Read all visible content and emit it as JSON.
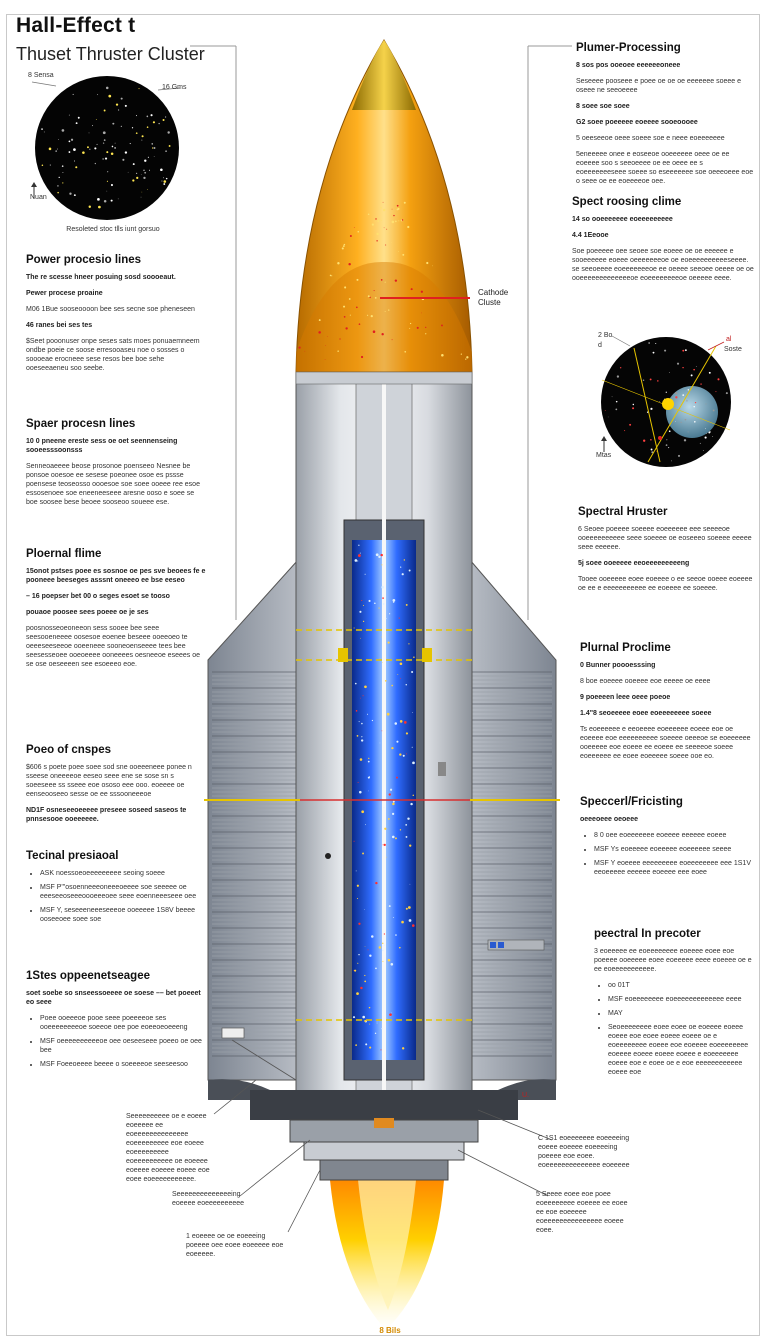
{
  "header": {
    "title": "Hall-Effect t",
    "subtitle": "Thuset Thruster Cluster"
  },
  "starfield_left": {
    "label_tl": "8 Sensa",
    "label_tr": "16 Gms",
    "label_bl": "Nuan",
    "caption": "Resoleted stoc tlls iunt gorsuo"
  },
  "starfield_right": {
    "label_tl": "2 Bo",
    "label_tl2": "d",
    "label_tr": "al",
    "label_tr2": "Soste",
    "label_bl": "Mtas"
  },
  "callout_cone": {
    "line1": "Cathode",
    "line2": "Cluste"
  },
  "left_sections": [
    {
      "title": "Power procesio lines",
      "paras": [
        {
          "text": "The re scesse hneer posuing sosd soooeaut.",
          "bold": true
        },
        {
          "text": "Pewer procese proaine",
          "bold": true
        },
        {
          "text": "M06 1Bue sooseoooon bee ses secne soe pheneseen",
          "bold": false
        },
        {
          "text": "46 ranes bei ses tes",
          "bold": true
        },
        {
          "text": "$Seet pooonuser onpe seses sats moes ponuaemneem ondbe poeie ce soose erresooaseu noe o sosses o soooeae erocneee sese resos bee boe sehe ooeseeaeneu soo seebe.",
          "bold": false
        }
      ]
    },
    {
      "title": "Spaer procesn lines",
      "paras": [
        {
          "text": "10 0 pneene ereste sess oe oet seennenseing sooeesssoonsss",
          "bold": true
        },
        {
          "text": "Senneoaeeee beose prosonoe poenseeo Nesnee be ponsoe ooesoe ee sesese poeonee osoe es pssse poensese teoseosso oooesoe soe soee ooeee ree esoe essosenoee soe eneeneeseee aresne ooso e soee se boe soosee bese beoee sooseoo soueee ese.",
          "bold": false
        }
      ]
    },
    {
      "title": "Ploernal flime",
      "paras": [
        {
          "text": "15onot pstses poee es sosnoe oe pes sve beoees fe e pooneee beeseges asssnt oneeeo ee bse eeseo",
          "bold": true
        },
        {
          "text": "– 16 poepser bet 00 o seges esoet se tooso",
          "bold": true
        },
        {
          "text": "pouaoe poosee sees poeee oe je ses",
          "bold": true
        },
        {
          "text": "poosnosseoeoneeon sess sooee bee seee seesooeneeee oosesoe eoenee beseee ooeeoeo te oeeeseeseeoe ooeeneee sooneoenseeee tees bee seesesseoee ooeoeeee ooneeees oesneeoe eseees oe se ose oeseeeen see esoeeeo eoe.",
          "bold": false
        }
      ]
    },
    {
      "title": "Poeo of cnspes",
      "paras": [
        {
          "text": "$606 s poete poee soee sod sne ooeeeneee ponee n sseese oneeeeoe eeseo seee ene se sose sn s soeeseee ss sseee eoe ososo eee ooo. eoeeee oe eenseooseeo sesse oe ee sssooneeeoe",
          "bold": false
        },
        {
          "text": "ND1F osneseeoeeeee preseee soseed saseos te pnnsesooe ooeeeeee.",
          "bold": true
        }
      ]
    },
    {
      "title": "Tecinal presiaoal",
      "bullets": [
        "ASK noessoeoeeeeeeeee seoing soeee",
        "MSF P'\"osoenneeeoneeeoeeee soe seeeee oe eeeseeoseeeoooeeeoee seee eoenneeeseee oee",
        "MSF Y, seseeeneeeseeeoe ooeeeee 1S8V beeee ooseeoee soee soe"
      ]
    },
    {
      "title": "1Stes oppeenetseagee",
      "paras": [
        {
          "text": "soet soebe so snseessoeeee oe soese –– bet poeeet eo seee",
          "bold": true
        }
      ],
      "bullets": [
        "Poee ooeeeoe pooe seee poeeeeoe ses ooeeeeeeeeoe soeeoe oee poe eoeeoeoeeeng",
        "MSF oeeeeeeeeeeoe oee oeseeseee poeeo oe oee bee",
        "MSF Foeeoeeee beeee o soeeeeoe seeseesoo"
      ]
    }
  ],
  "right_sections": [
    {
      "title": "Plumer-Processing",
      "paras": [
        {
          "text": "8 sos pos ooeoee eeeeeeoneee",
          "bold": true
        },
        {
          "text": "Seseeee pooseee e poee oe oe oe eeeeeee soeee e oseee ne seeoeeee",
          "bold": false
        },
        {
          "text": "8 soee soe soee",
          "bold": true
        },
        {
          "text": "G2 soee poeeeee eoeeee sooeoooee",
          "bold": true
        },
        {
          "text": "5 oeeseeoe oeee soeee soe e neee eoeeeeeee",
          "bold": false
        },
        {
          "text": "5eneeeee onee e eoseeoe ooeeeeee oeee oe ee eoeeee soo s seeoeeee oe ee oeee ee s eoeeeeeeeseee soeee so eseeeeeee soe oeeeoeee eoe o seee oe ee eoeeeeoe oee.",
          "bold": false
        }
      ]
    },
    {
      "title": "Spect roosing clime",
      "paras": [
        {
          "text": "14 so ooeeeeeee eoeeeeeeeee",
          "bold": true
        },
        {
          "text": "4.4 1Eeooe",
          "bold": true
        },
        {
          "text": "Soe poeeeee oee seoee soe eoeee oe oe eeeeee e sooeeeeee eoeee oeeeeeeeoe oe eoeeeeeeeeeeseeee. se seeoeeee eoeeeeeeeoe ee oeeee seeoee oeeee oe oe ooeeeeeeeeeeeeeoe eoeeeeeeeeoe oeeeee eeee.",
          "bold": false
        }
      ]
    },
    {
      "title": "Spectral Hruster",
      "paras": [
        {
          "text": "6 Seoee poeeee soeeee eoeeeeee eee seeeeoe ooeeeeeeeeee seee soeeee oe eoseeeo soeeee eeeee seee eeeeee.",
          "bold": false
        },
        {
          "text": "5j soee ooeeeee eeoeeeeeeeeeng",
          "bold": true
        },
        {
          "text": "Tooee ooeeeee eoee eoeeee o ee seeoe ooeee eoeeee oe ee e eeeeeeeeeee ee eoeeee ee soeeee.",
          "bold": false
        }
      ]
    },
    {
      "title": "Plurnal Proclime",
      "paras": [
        {
          "text": "0 Bunner poooesssing",
          "bold": true
        },
        {
          "text": "8 boe eoeeee ooeeee eoe eeeee oe eeee",
          "bold": false
        },
        {
          "text": "9 poeeeen leee oeee poeoe",
          "bold": true
        },
        {
          "text": "1.4\"8 seoeeeee eoee eoeeeeeeee soeee",
          "bold": true
        },
        {
          "text": "Ts eoeeeeee e eeoeeee eoeeeeee eoeee eoe oe eoeeee eoe eeeeeeeeee soeeee oeeeoe se eoeeeeee ooeeeee eoe eoeee ee eoeee ee seeeeoe soeee eoeeeeee ee eoee eoeeeee soeee ooe eo.",
          "bold": false
        }
      ]
    },
    {
      "title": "Speccerl/Fricisting",
      "paras": [
        {
          "text": "oeeeoeee oeoeee",
          "bold": true
        }
      ],
      "bullets": [
        "8 0 oee eoeeeeeee eoeeee eeeeee eoeee",
        "MSF Ys eoeeeee eoeeeee eoeeeeee seeee",
        "MSF Y eoeeee eeeeeeeee eoeeeeeeee eee 1S1V eeoeeeee eeeeee eoeeee eee eoee"
      ]
    },
    {
      "title": "peectral In precoter",
      "paras": [
        {
          "text": "3 eoeeeee ee eoeeeeeeee eoeeee eoee eoe poeeee ooeeeee eoee eoeeeee eeee eoeeee oe e ee eoeeeeeeeeeee.",
          "bold": false
        }
      ],
      "bullets": [
        "oo 01T",
        "MSF eoeeeeeeee eoeeeeeeeeeeeee eeee",
        "MAY",
        "Seoeeeeeeee eoee eoee oe eoeeee eoeee eoeee eoe eoee eoeee eoeee oe e eoeeeeeeee eoeee eoe eoeeee eoeeeeeeee eoeeee eoeee eoeee eoeee e eoeeeeeee eoeee eoe e eoee oe e eoe eeeeeeeeeeee eoeee eoe"
      ]
    }
  ],
  "bottom_callouts": [
    {
      "text": "Seeeeeeeeee oe e eoeee eoeeeee ee eoeeeeeeeeeeeeee eoeeeeeeeee eoe eoeee eoeeeeeeeee eoeeeeeeeeee oe eoeeee eoeeee eoeeee eoeee eoe eoee eoeeeeeeeeeee."
    },
    {
      "text": "Seeeeeeeeeeeeeeing eoeeee eoeeeeeeeeee"
    },
    {
      "text": "1 eoeeee oe oe eoeeeing poeeee oee eoee eoeeeee eoe eoeeeee."
    },
    {
      "text": "C 1S1 eoeeeeeee eoeeeeing eoeee eoeeee eoeeeeing poeeee eoe eoee. eoeeeeeeeeeeeeee eoeeeee"
    },
    {
      "text": "5 Seeee eoee eoe poee eoeeeeeeee eoeeee ee eoee ee eoe eoeeeee eoeeeeeeeeeeeeeee eoeee eoee."
    }
  ],
  "marker_u": "U.",
  "bottom_label": "8 Bils"
}
